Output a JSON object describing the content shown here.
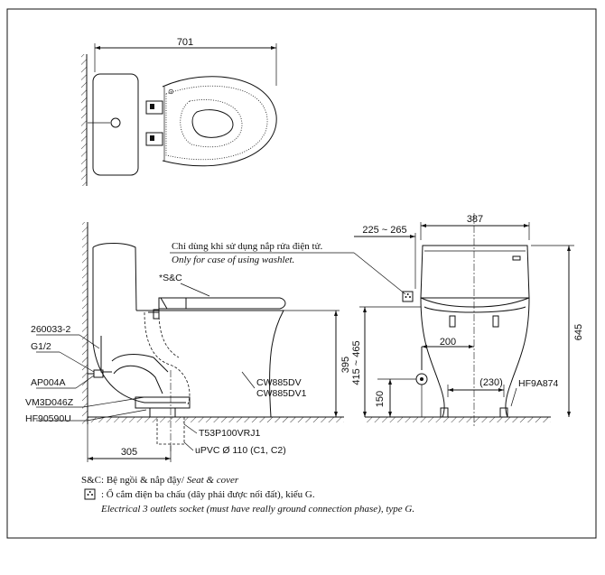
{
  "top_view": {
    "width_dim": "701"
  },
  "side_view": {
    "note_vi": "Chỉ dùng khi sử dụng nắp rửa điện tử.",
    "note_en": "Only for case of using washlet.",
    "seat_label": "*S&C",
    "labels": {
      "part_260033": "260033-2",
      "g12": "G1/2",
      "ap004a": "AP004A",
      "vm3d046z": "VM3D046Z",
      "hf90590u": "HF90590U",
      "cw885dv": "CW885DV",
      "cw885dv1": "CW885DV1",
      "t53": "T53P100VRJ1",
      "upvc": "uPVC Ø 110 (C1, C2)"
    },
    "dim_305": "305",
    "dim_395": "395"
  },
  "front_view": {
    "dim_225_265": "225 ~ 265",
    "dim_387": "387",
    "dim_645": "645",
    "dim_415_465": "415 ~ 465",
    "dim_200": "200",
    "dim_230": "(230)",
    "dim_150": "150",
    "hf9a874": "HF9A874"
  },
  "legend": {
    "sc_prefix": "S&C: Bệ ngồi & nắp đậy/ ",
    "sc_en": "Seat & cover",
    "socket_vi": ": Ổ cắm điện ba chấu (dây phải được nối đất), kiểu G.",
    "socket_en": "Electrical 3 outlets socket (must have really ground connection phase), type G."
  }
}
